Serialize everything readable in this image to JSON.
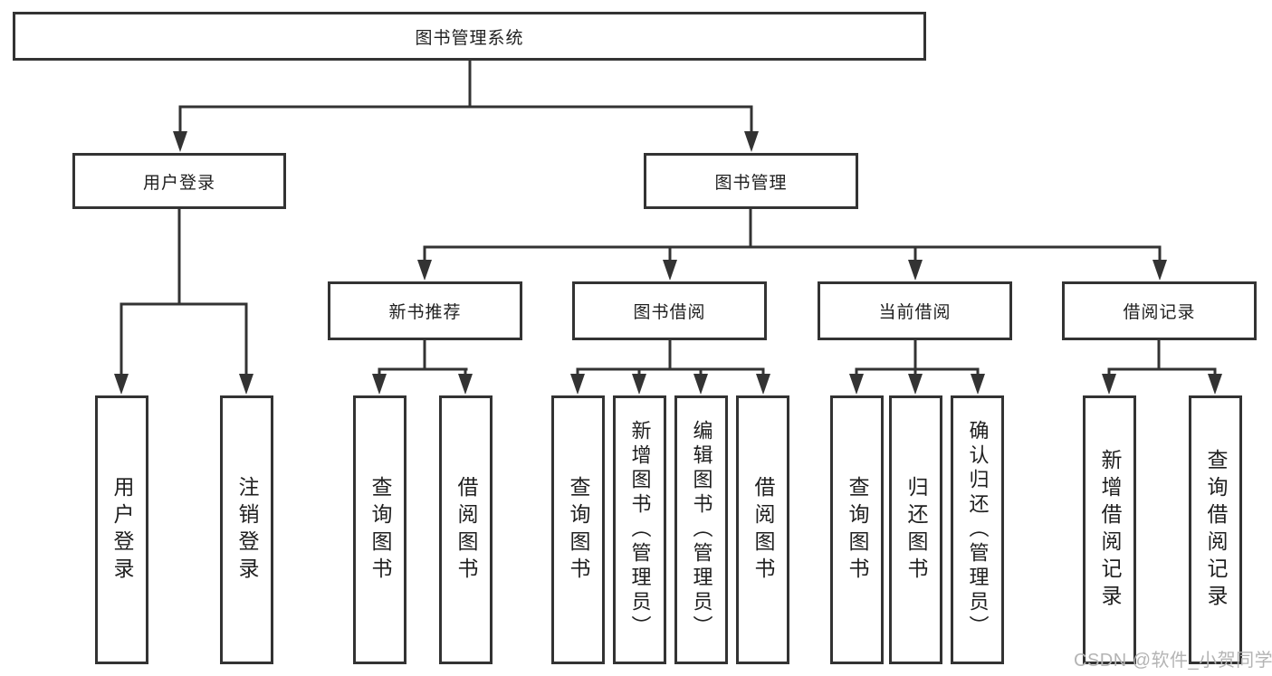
{
  "nodes": {
    "root": "图书管理系统",
    "user_login": "用户登录",
    "book_management": "图书管理",
    "new_book_recommend": "新书推荐",
    "book_borrowing": "图书借阅",
    "current_borrowing": "当前借阅",
    "borrowing_records": "借阅记录",
    "leaf_user_login": "用户登录",
    "leaf_logout_login": "注销登录",
    "nbr_query_books": "查询图书",
    "nbr_borrow_books": "借阅图书",
    "bb_query_books": "查询图书",
    "bb_add_books_admin": "新增图书（管理员）",
    "bb_edit_books_admin": "编辑图书（管理员）",
    "bb_borrow_books": "借阅图书",
    "cb_query_books": "查询图书",
    "cb_return_books": "归还图书",
    "cb_confirm_return_admin": "确认归还（管理员）",
    "br_add_borrow_record": "新增借阅记录",
    "br_query_borrow_record": "查询借阅记录"
  },
  "watermark": "CSDN @软件_小贺同学",
  "colors": {
    "line": "#333333",
    "box_border": "#333333",
    "text": "#1f1f1f",
    "watermark": "#b4b4b4",
    "background": "#ffffff"
  }
}
